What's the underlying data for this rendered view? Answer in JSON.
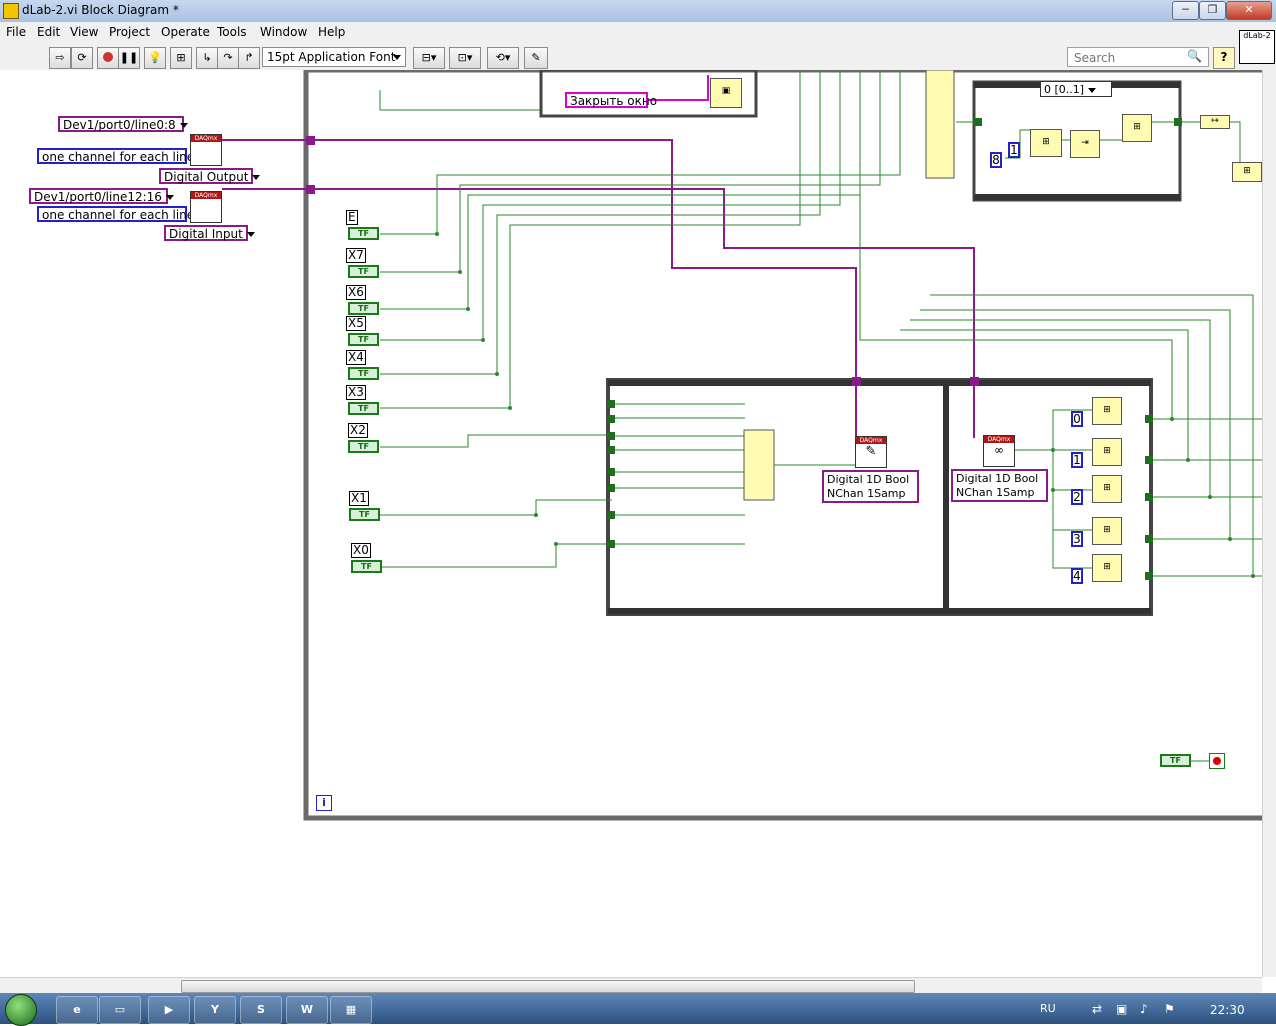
{
  "window": {
    "title": "dLab-2.vi Block Diagram *",
    "controls": {
      "minimize": "─",
      "restore": "❐",
      "close": "✕"
    }
  },
  "menu": [
    "File",
    "Edit",
    "View",
    "Project",
    "Operate",
    "Tools",
    "Window",
    "Help"
  ],
  "toolbar": {
    "buttons": [
      "run-arrow-icon",
      "run-continuous-icon",
      "abort-icon",
      "pause-icon",
      "highlight-execution-icon",
      "retain-wire-values-icon",
      "step-into-icon",
      "step-over-icon",
      "step-out-icon"
    ],
    "font": "15pt Application Font",
    "align_icon": "align-objects-icon",
    "distribute_icon": "distribute-objects-icon",
    "reorder_icon": "reorder-icon",
    "cleanup_icon": "clean-up-diagram-icon",
    "search_placeholder": "Search",
    "help": "?",
    "vi_icon_label": "dLab-2"
  },
  "diagram": {
    "channels": {
      "do_channel": "Dev1/port0/line0:8",
      "di_channel": "Dev1/port0/line12:16",
      "line_grouping_1": "one channel for each line",
      "line_grouping_2": "one channel for each line",
      "task_type_out": "Digital Output",
      "task_type_in": "Digital Input"
    },
    "close_label": "Закрыть окно",
    "booleans": [
      "E",
      "X7",
      "X6",
      "X5",
      "X4",
      "X3",
      "X2",
      "X1",
      "X0"
    ],
    "bool_term_text": "TF",
    "daq_tag": "DAQmx",
    "write_mode": "Digital 1D Bool NChan 1Samp",
    "write_mode_l1": "Digital 1D Bool",
    "write_mode_l2": "NChan 1Samp",
    "read_mode_l1": "Digital 1D Bool",
    "read_mode_l2": "NChan 1Samp",
    "index_consts": [
      "0",
      "1",
      "2",
      "3",
      "4"
    ],
    "case_selector": "0 [0..1]",
    "const_8": "8",
    "const_1": "1",
    "info_icon": "i"
  },
  "taskbar": {
    "lang": "RU",
    "clock": "22:30",
    "apps": [
      "ie-icon",
      "explorer-icon",
      "media-player-icon",
      "yandex-icon",
      "skype-icon",
      "word-icon",
      "labview-icon"
    ]
  },
  "colors": {
    "wire_bool": "#2a8a2a",
    "wire_daq": "#8a1a8a",
    "frame": "#555555",
    "title_gradient": "#a9c1e2"
  }
}
